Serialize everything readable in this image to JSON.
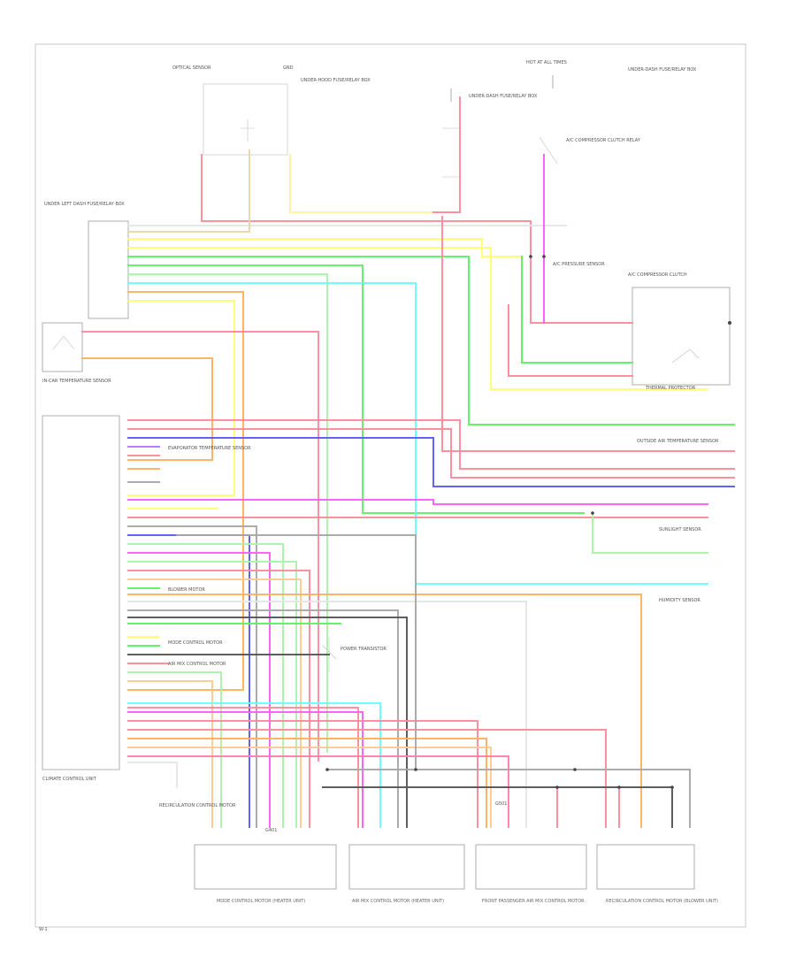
{
  "palette": {
    "red": "#ff8a9a",
    "pink": "#ff7fa8",
    "yellow": "#ffff70",
    "ltyellow": "#fff3a0",
    "green": "#5cf25c",
    "ltgreen": "#a8f5a8",
    "blue": "#5a5aff",
    "violet": "#b07aff",
    "magenta": "#ff5cff",
    "orange": "#ffb060",
    "peach": "#ffc890",
    "cyan": "#66ffff",
    "gray": "#a8a8a8",
    "black": "#555555",
    "white": "#e6e6e6",
    "tan": "#e8d8a0"
  },
  "labels": {
    "optical_sensor": "OPTICAL SENSOR",
    "gnd": "GND",
    "under_hood_fuse": "UNDER-HOOD FUSE/RELAY BOX",
    "hot_at_all_times": "HOT AT ALL TIMES",
    "fuse_relay_box": "UNDER-DASH FUSE/RELAY BOX",
    "under_dash_fuse": "UNDER-DASH FUSE/RELAY BOX",
    "under_left_dash_fuse": "UNDER LEFT DASH FUSE/RELAY BOX",
    "compressor_clutch_relay": "A/C COMPRESSOR CLUTCH RELAY",
    "compressor_clutch": "A/C COMPRESSOR CLUTCH",
    "thermal_protector": "THERMAL PROTECTOR",
    "underhood_sensor": "A/C PRESSURE SENSOR",
    "in_car_temp": "IN-CAR TEMPERATURE SENSOR",
    "outside_air_temp": "OUTSIDE AIR TEMPERATURE SENSOR",
    "evaporator_temp": "EVAPORATOR TEMPERATURE SENSOR",
    "sunlight_sensor": "SUNLIGHT SENSOR",
    "humidity_sensor": "HUMIDITY SENSOR",
    "climate_control_unit": "CLIMATE CONTROL UNIT",
    "blower_motor": "BLOWER MOTOR",
    "power_transistor": "POWER TRANSISTOR",
    "mode_control_motor": "MODE CONTROL MOTOR",
    "air_mix_control_motor": "AIR MIX CONTROL MOTOR",
    "recirc_control_motor": "RECIRCULATION CONTROL MOTOR",
    "mode_motor_sub": "MODE CONTROL MOTOR (HEATER UNIT)",
    "air_mix_sub": "AIR MIX CONTROL MOTOR (HEATER UNIT)",
    "front_passenger": "FRONT PASSENGER AIR MIX CONTROL MOTOR",
    "recirc_sub": "RECIRCULATION CONTROL MOTOR (BLOWER UNIT)",
    "ground": "G401",
    "ground2": "G501",
    "fig": "W-1"
  }
}
